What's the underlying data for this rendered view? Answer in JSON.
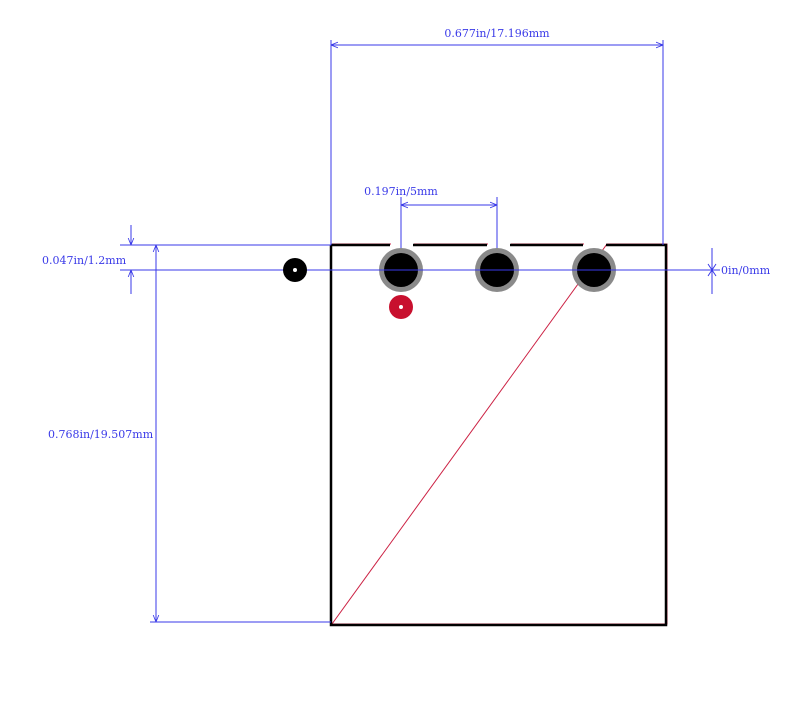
{
  "dimensions": {
    "overall_width": "0.677in/17.196mm",
    "pin_pitch": "0.197in/5mm",
    "top_offset": "0.047in/1.2mm",
    "overall_height": "0.768in/19.507mm",
    "pin_row_offset": "0in/0mm"
  },
  "pads": {
    "count": 3,
    "marker": "pin-1-indicator"
  },
  "colors": {
    "dimension_line": "#3a3ae8",
    "outline": "#000000",
    "outline_shadow": "#cc2244",
    "pad_ring": "#8a8a8a",
    "pad_hole": "#000000",
    "pin1_marker": "#c8102e",
    "mount_hole": "#000000"
  }
}
